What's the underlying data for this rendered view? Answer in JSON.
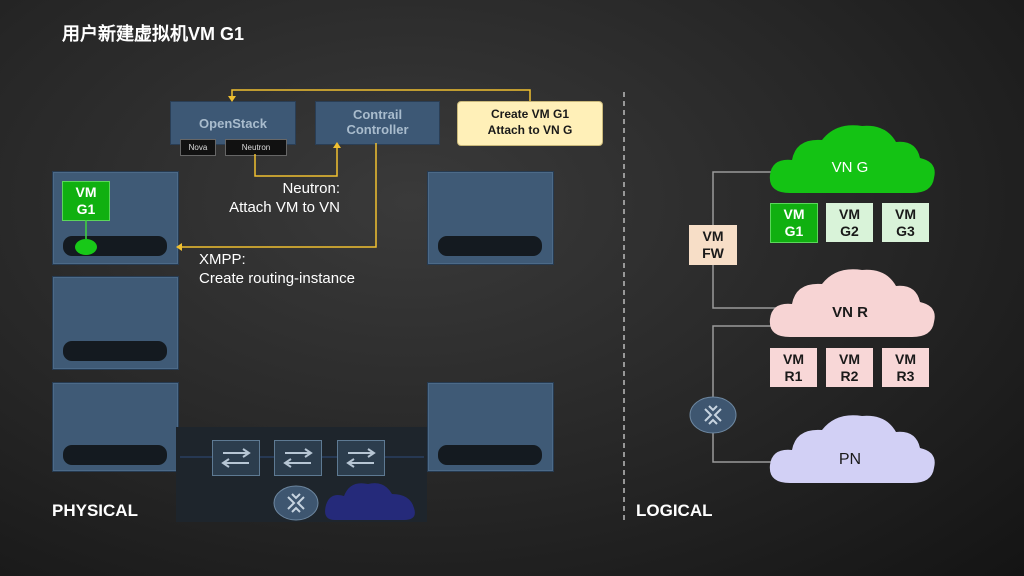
{
  "title": "用户新建虚拟机VM G1",
  "openstack": {
    "name": "OpenStack",
    "nova": "Nova",
    "neutron": "Neutron"
  },
  "contrail": {
    "line1": "Contrail",
    "line2": "Controller"
  },
  "task": {
    "line1": "Create VM G1",
    "line2": "Attach to VN G"
  },
  "notes": {
    "neutron_line1": "Neutron:",
    "neutron_line2": "Attach VM to VN",
    "xmpp_line1": "XMPP:",
    "xmpp_line2": "Create routing-instance"
  },
  "physical_vm": {
    "line1": "VM",
    "line2": "G1"
  },
  "sections": {
    "physical": "PHYSICAL",
    "logical": "LOGICAL"
  },
  "logical": {
    "vn_g": "VN G",
    "vn_r": "VN R",
    "pn": "PN",
    "fw": {
      "line1": "VM",
      "line2": "FW"
    },
    "vn_g_vms": [
      {
        "line1": "VM",
        "line2": "G1"
      },
      {
        "line1": "VM",
        "line2": "G2"
      },
      {
        "line1": "VM",
        "line2": "G3"
      }
    ],
    "vn_r_vms": [
      {
        "line1": "VM",
        "line2": "R1"
      },
      {
        "line1": "VM",
        "line2": "R2"
      },
      {
        "line1": "VM",
        "line2": "R3"
      }
    ]
  },
  "colors": {
    "signal_line": "#f0c030",
    "vn_g_cloud": "#14c314",
    "vn_r_cloud": "#f7d4d4",
    "pn_cloud": "#d2d0f5",
    "vm_active": "#10b010",
    "server": "#3f5a76"
  }
}
